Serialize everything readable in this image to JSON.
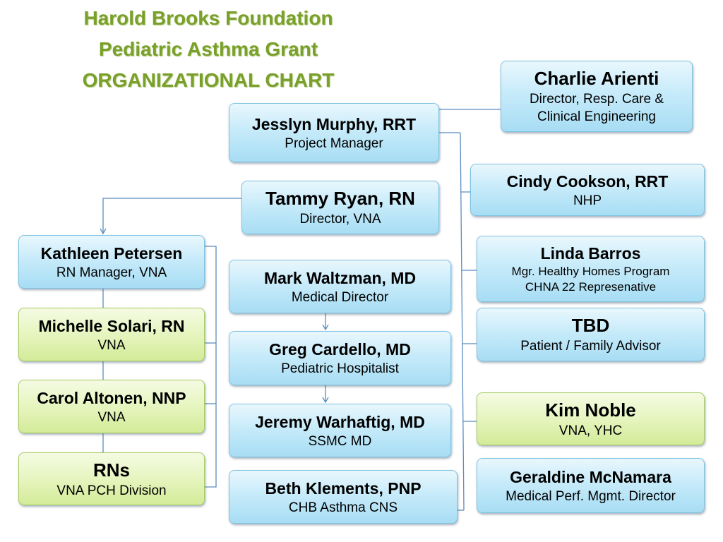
{
  "title": {
    "line1": "Harold Brooks Foundation",
    "line2": "Pediatric Asthma Grant",
    "line3": "ORGANIZATIONAL CHART"
  },
  "colors": {
    "title": "#7aa02c",
    "box_blue": "#a7ddf4",
    "box_green": "#d3eb98",
    "connector": "#5b8cc0"
  },
  "nodes": {
    "charlie": {
      "name": "Charlie Arienti",
      "role": "Director, Resp. Care &",
      "role2": "Clinical Engineering"
    },
    "jesslyn": {
      "name": "Jesslyn Murphy, RRT",
      "role": "Project Manager"
    },
    "cindy": {
      "name": "Cindy Cookson, RRT",
      "role": "NHP"
    },
    "tammy": {
      "name": "Tammy Ryan, RN",
      "role": "Director, VNA"
    },
    "kathleen": {
      "name": "Kathleen Petersen",
      "role": "RN Manager, VNA"
    },
    "linda": {
      "name": "Linda Barros",
      "role": "Mgr. Healthy Homes Program",
      "role2": "CHNA 22 Represenative"
    },
    "mark": {
      "name": "Mark Waltzman, MD",
      "role": "Medical Director"
    },
    "michelle": {
      "name": "Michelle Solari, RN",
      "role": "VNA"
    },
    "tbd": {
      "name": "TBD",
      "role": "Patient / Family Advisor"
    },
    "greg": {
      "name": "Greg Cardello, MD",
      "role": "Pediatric Hospitalist"
    },
    "carol": {
      "name": "Carol Altonen, NNP",
      "role": "VNA"
    },
    "kim": {
      "name": "Kim Noble",
      "role": "VNA, YHC"
    },
    "jeremy": {
      "name": "Jeremy Warhaftig, MD",
      "role": "SSMC MD"
    },
    "rns": {
      "name": "RNs",
      "role": "VNA PCH Division"
    },
    "beth": {
      "name": "Beth Klements, PNP",
      "role": "CHB Asthma CNS"
    },
    "geraldine": {
      "name": "Geraldine McNamara",
      "role": "Medical Perf. Mgmt. Director"
    }
  }
}
